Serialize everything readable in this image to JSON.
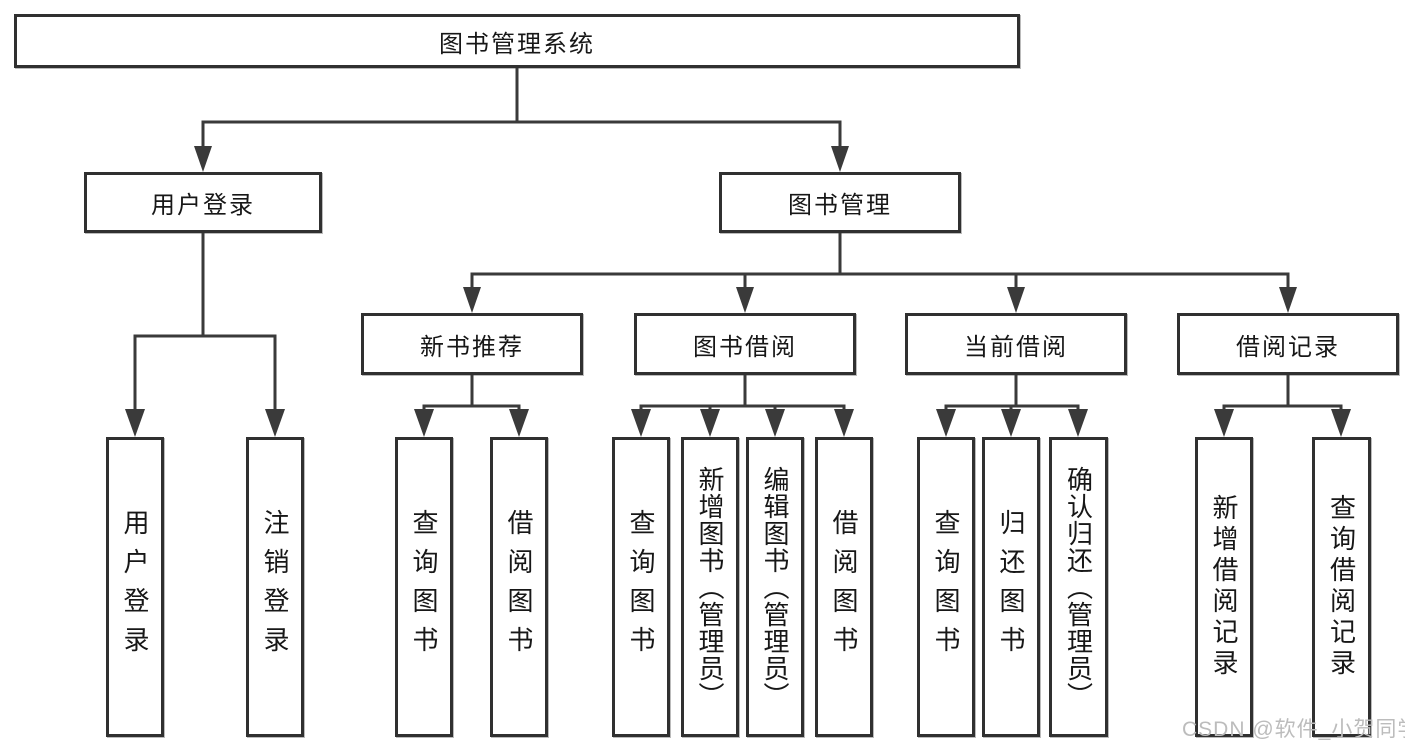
{
  "diagram": {
    "type": "tree",
    "root": {
      "label": "图书管理系统"
    },
    "level2": [
      {
        "label": "用户登录"
      },
      {
        "label": "图书管理"
      }
    ],
    "level3": [
      {
        "label": "新书推荐",
        "parent": "图书管理"
      },
      {
        "label": "图书借阅",
        "parent": "图书管理"
      },
      {
        "label": "当前借阅",
        "parent": "图书管理"
      },
      {
        "label": "借阅记录",
        "parent": "图书管理"
      }
    ],
    "leaves": [
      {
        "label": "用户登录",
        "parent": "用户登录"
      },
      {
        "label": "注销登录",
        "parent": "用户登录"
      },
      {
        "label": "查询图书",
        "parent": "新书推荐"
      },
      {
        "label": "借阅图书",
        "parent": "新书推荐"
      },
      {
        "label": "查询图书",
        "parent": "图书借阅"
      },
      {
        "label": "新增图书（管理员）",
        "parent": "图书借阅"
      },
      {
        "label": "编辑图书（管理员）",
        "parent": "图书借阅"
      },
      {
        "label": "借阅图书",
        "parent": "图书借阅"
      },
      {
        "label": "查询图书",
        "parent": "当前借阅"
      },
      {
        "label": "归还图书",
        "parent": "当前借阅"
      },
      {
        "label": "确认归还（管理员）",
        "parent": "当前借阅"
      },
      {
        "label": "新增借阅记录",
        "parent": "借阅记录"
      },
      {
        "label": "查询借阅记录",
        "parent": "借阅记录"
      }
    ],
    "watermark": "CSDN @软件_小贺同学",
    "colors": {
      "line": "#3a3a3a",
      "box_border": "#303030",
      "text": "#171717",
      "watermark": "#bcbcbc",
      "background": "#ffffff"
    }
  }
}
